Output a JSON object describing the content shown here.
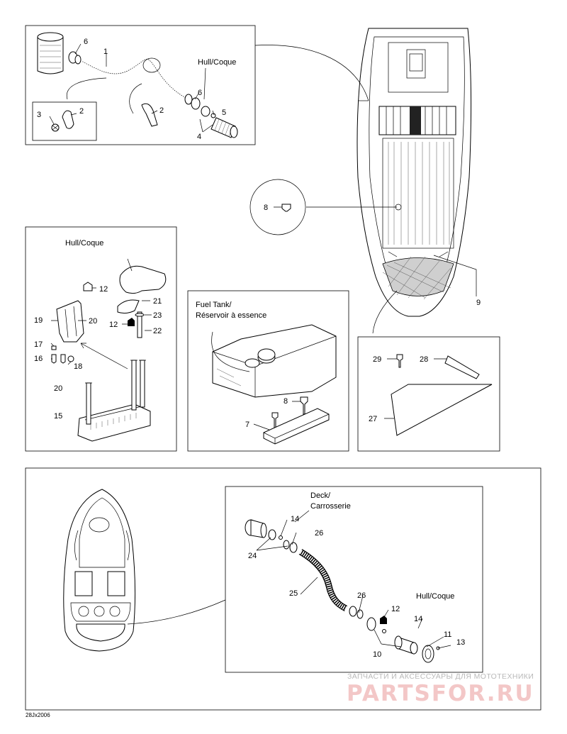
{
  "callouts": {
    "c1": "1",
    "c2a": "2",
    "c2b": "2",
    "c3": "3",
    "c4": "4",
    "c5": "5",
    "c6a": "6",
    "c6b": "6",
    "c7": "7",
    "c8a": "8",
    "c8b": "8",
    "c9": "9",
    "c10": "10",
    "c11": "11",
    "c12a": "12",
    "c12b": "12",
    "c12c": "12",
    "c13": "13",
    "c14a": "14",
    "c14b": "14",
    "c15": "15",
    "c16": "16",
    "c17": "17",
    "c18": "18",
    "c19": "19",
    "c20a": "20",
    "c20b": "20",
    "c21": "21",
    "c22": "22",
    "c23": "23",
    "c24": "24",
    "c25": "25",
    "c26a": "26",
    "c26b": "26",
    "c27": "27",
    "c28": "28",
    "c29": "29"
  },
  "text_labels": {
    "hull_top": "Hull/Coque",
    "hull_left": "Hull/Coque",
    "fuel_tank_line1": "Fuel Tank/",
    "fuel_tank_line2": "Réservoir à essence",
    "deck_line1": "Deck/",
    "deck_line2": "Carrosserie",
    "hull_bottom": "Hull/Coque"
  },
  "figure_code": "28Jx2006",
  "watermark": {
    "tagline": "ЗАПЧАСТИ И АКСЕССУАРЫ ДЛЯ МОТОТЕХНИКИ",
    "brand": "PARTSFOR.RU"
  }
}
